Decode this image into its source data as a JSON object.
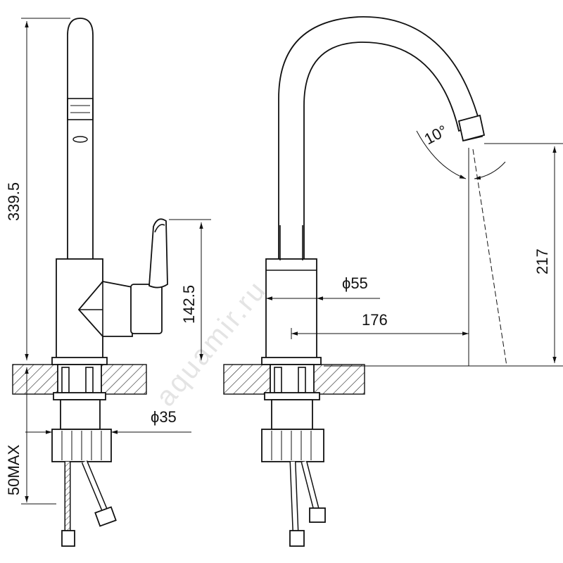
{
  "watermark": "aquamir.ru",
  "dimensions": {
    "total_height": "339.5",
    "lever_height": "142.5",
    "spout_height": "217",
    "spout_reach": "176",
    "body_diameter": "ϕ55",
    "shank_diameter": "ϕ35",
    "max_counter_thickness": "50MAX",
    "swivel_angle": "10°"
  }
}
